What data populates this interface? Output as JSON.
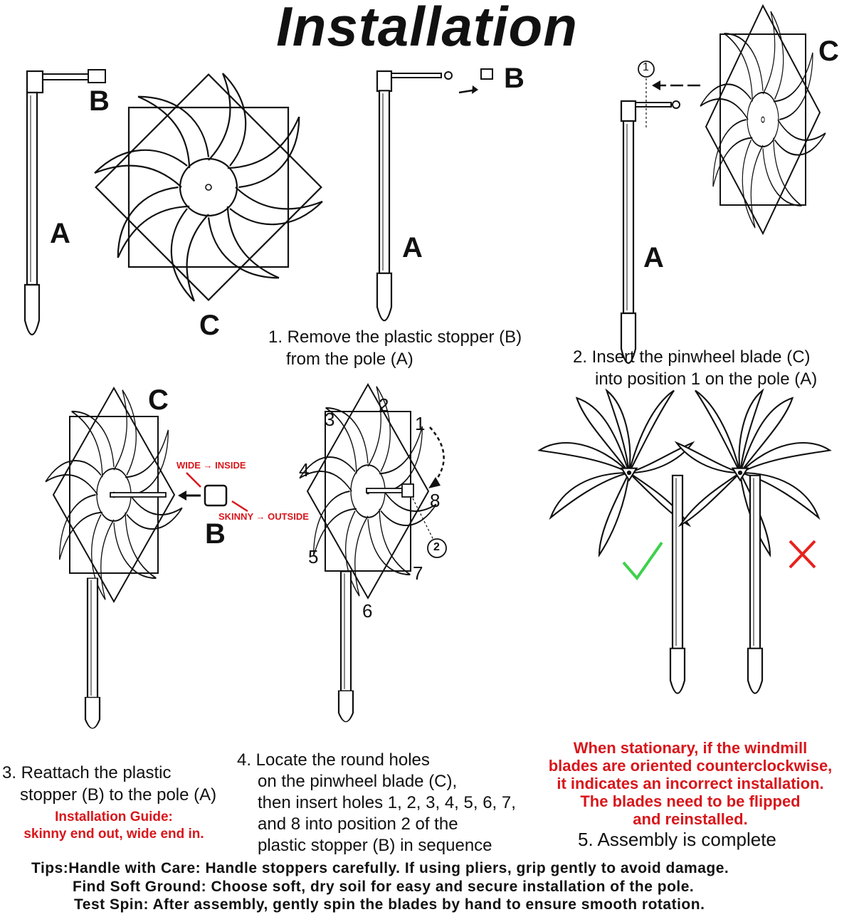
{
  "title": "Installation",
  "labels": {
    "a": "A",
    "b": "B",
    "c": "C"
  },
  "marker_1": "1",
  "marker_2": "2",
  "hole_numbers": [
    "1",
    "2",
    "3",
    "4",
    "5",
    "6",
    "7",
    "8"
  ],
  "arrows": {
    "wide": "WIDE → INSIDE",
    "skinny": "SKINNY → OUTSIDE"
  },
  "steps": {
    "s1": [
      "1. Remove the plastic stopper (B)",
      "from the pole (A)"
    ],
    "s2": [
      "2. Insert the pinwheel blade (C)",
      "into position  1  on the pole (A)"
    ],
    "s3": [
      "3. Reattach the plastic",
      "stopper (B) to the pole (A)"
    ],
    "s3_guide": [
      "Installation Guide:",
      "skinny end out, wide end in."
    ],
    "s4": [
      "4. Locate the round holes",
      "on the pinwheel blade (C),",
      "then insert holes 1, 2, 3, 4, 5, 6, 7,",
      "and 8 into position  2  of the",
      "plastic stopper (B) in sequence"
    ],
    "s5_warning": [
      "When stationary, if the windmill",
      "blades are oriented counterclockwise,",
      "it indicates an incorrect installation.",
      "The blades need to be flipped",
      "and reinstalled."
    ],
    "s5": "5. Assembly is complete"
  },
  "tips": [
    "Tips:Handle with Care: Handle stoppers carefully. If using pliers, grip gently to avoid damage.",
    "Find Soft Ground: Choose soft, dry soil for easy and secure installation of the pole.",
    "Test Spin: After assembly, gently spin the blades by hand to ensure smooth rotation."
  ],
  "colors": {
    "check": "#3dd14a",
    "cross": "#e8211c",
    "warning": "#d8161b"
  }
}
